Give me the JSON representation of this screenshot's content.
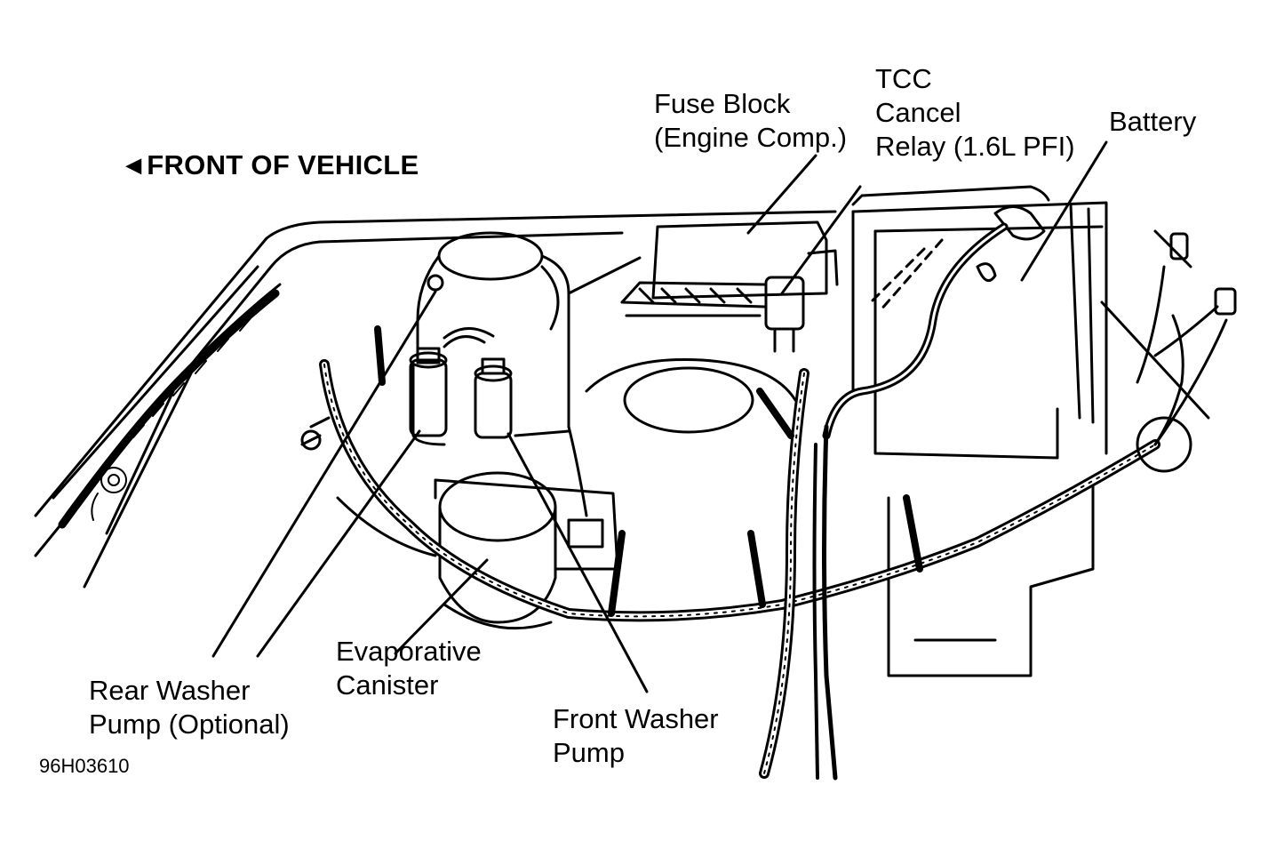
{
  "figure": {
    "orientation_text": "FRONT OF VEHICLE",
    "orientation_icon": "left-arrow-icon",
    "figure_code": "96H03610",
    "ink_color": "#000000",
    "background_color": "#ffffff"
  },
  "callouts": {
    "fuse_block": [
      "Fuse Block",
      "(Engine Comp.)"
    ],
    "tcc_relay": [
      "TCC",
      "Cancel",
      "Relay (1.6L PFI)"
    ],
    "battery": [
      "Battery"
    ],
    "rear_washer_pump": [
      "Rear Washer",
      "Pump (Optional)"
    ],
    "evaporative_canister": [
      "Evaporative",
      "Canister"
    ],
    "front_washer_pump": [
      "Front Washer",
      "Pump"
    ]
  }
}
